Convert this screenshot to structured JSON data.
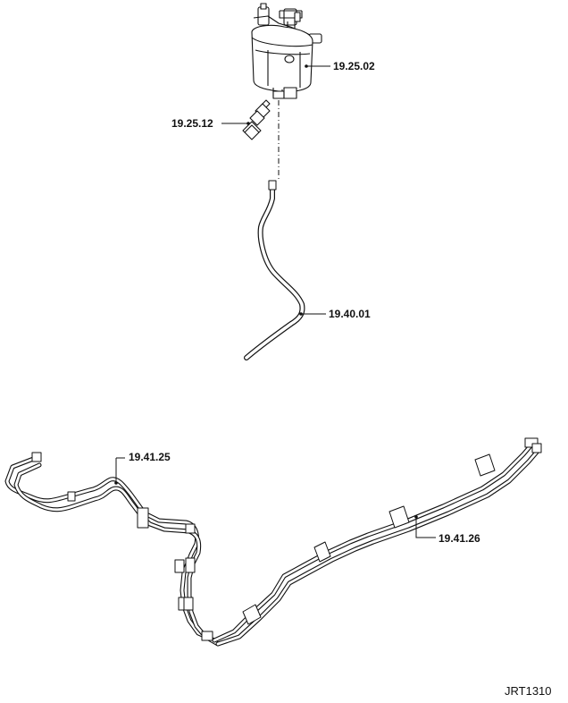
{
  "callouts": {
    "filter": "19.25.02",
    "sensor": "19.25.12",
    "hose": "19.40.01",
    "pipe_front": "19.41.25",
    "pipe_rear": "19.41.26"
  },
  "figure_id": "JRT1310",
  "colors": {
    "line": "#111111",
    "background": "#ffffff"
  }
}
